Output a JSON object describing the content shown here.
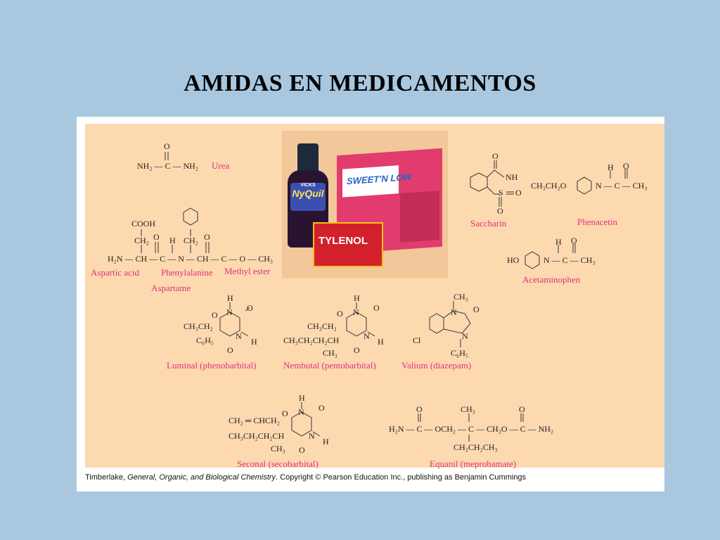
{
  "title": "AMIDAS EN MEDICAMENTOS",
  "caption": {
    "author": "Timberlake, ",
    "book": "General, Organic, and Biological Chemistry",
    "rest": ". Copyright © Pearson Education Inc., publishing as Benjamin Cummings"
  },
  "photo": {
    "nyquil_brand": "VICKS",
    "nyquil_name": "NyQuil",
    "sweet_name": "SWEET'N LOW",
    "tylenol_name": "TYLENOL"
  },
  "compounds": {
    "urea": {
      "formula": "NH₂ — C — NH₂",
      "o": "O",
      "name": "Urea"
    },
    "aspartame": {
      "cooh": "COOH",
      "ch2a": "CH₂",
      "o1": "O",
      "o2": "O",
      "h": "H",
      "ch2b": "CH₂",
      "backbone": "H₂N — CH — C — N — CH — C — O — CH₃",
      "label_asp": "Aspartic acid",
      "label_phe": "Phenylalanine",
      "label_me": "Methyl ester",
      "name": "Aspartame"
    },
    "saccharin": {
      "nh": "NH",
      "s": "S",
      "o1": "O",
      "o2": "O",
      "o3": "O",
      "name": "Saccharin"
    },
    "phenacetin": {
      "left": "CH₃CH₂O",
      "right": "N — C — CH₃",
      "h": "H",
      "o": "O",
      "name": "Phenacetin"
    },
    "acetaminophen": {
      "left": "HO",
      "right": "N — C — CH₃",
      "h": "H",
      "o": "O",
      "name": "Acetaminophen"
    },
    "luminal": {
      "sub1": "CH₃CH₂",
      "sub2": "C₆H₅",
      "h1": "H",
      "n1": "N",
      "h2": "H",
      "n2": "N",
      "o1": "O",
      "o2": "O",
      "o3": "O",
      "name": "Luminal (phenobarbital)"
    },
    "nembutal": {
      "sub1": "CH₃CH₂",
      "sub2": "CH₃CH₂CH₂CH",
      "sub3": "CH₃",
      "h1": "H",
      "n1": "N",
      "h2": "H",
      "n2": "N",
      "o1": "O",
      "o2": "O",
      "o3": "O",
      "name": "Nembutal (pentobarbital)"
    },
    "valium": {
      "ch3": "CH₃",
      "n1": "N",
      "n2": "N",
      "o": "O",
      "cl": "Cl",
      "ph": "C₆H₅",
      "name": "Valium (diazepam)"
    },
    "seconal": {
      "sub1": "CH₂ ═ CHCH₂",
      "sub2": "CH₃CH₂CH₂CH",
      "sub3": "CH₃",
      "h1": "H",
      "n1": "N",
      "h2": "H",
      "n2": "N",
      "o1": "O",
      "o2": "O",
      "o3": "O",
      "name": "Seconal (secobarbital)"
    },
    "equanil": {
      "chain": "H₂N — C — OCH₂ — C — CH₂O — C — NH₂",
      "o1": "O",
      "o2": "O",
      "ch3": "CH₃",
      "propyl": "CH₂CH₂CH₃",
      "name": "Equanil (meprobamate)"
    }
  }
}
